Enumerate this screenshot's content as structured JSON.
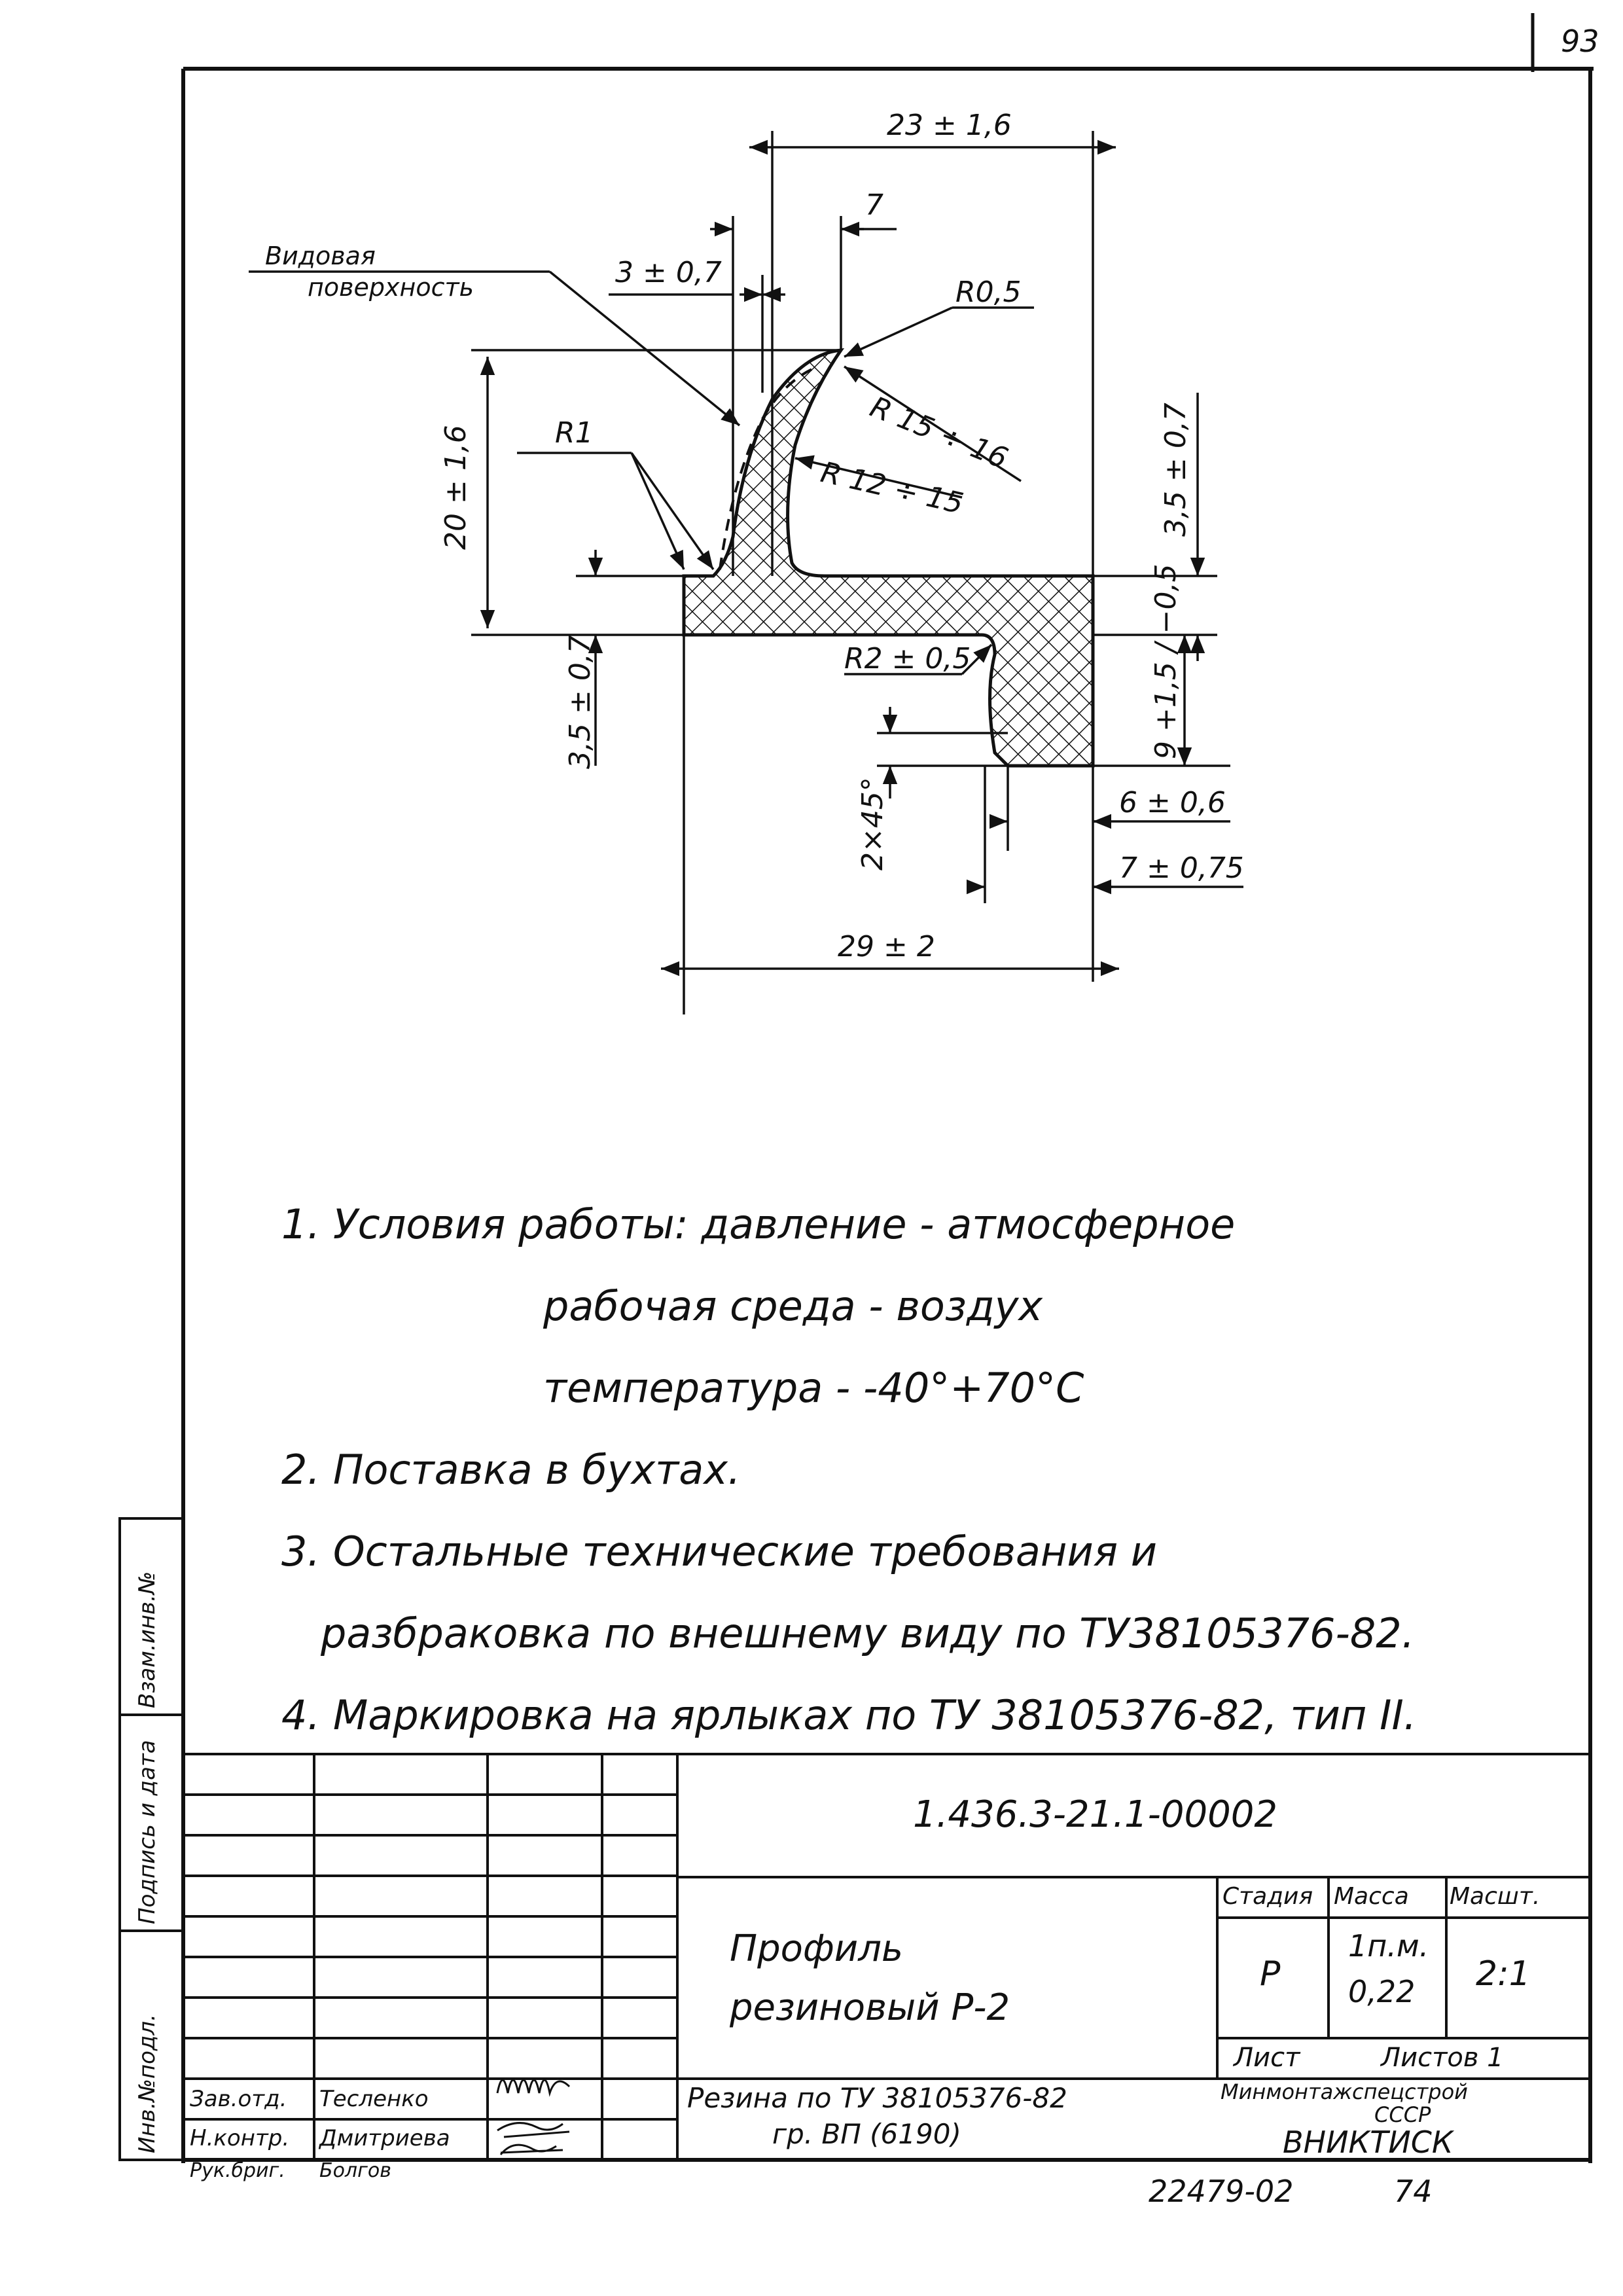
{
  "sheet_number": "93",
  "drawing": {
    "dimensions": {
      "overall_width": "23 ± 1,6",
      "lip_width": "7",
      "lip_thickness": "3 ± 0,7",
      "radius_tip": "R0,5",
      "radius_outer": "R 15 ÷ 16",
      "radius_inner": "R 12 ÷ 15",
      "radius_root": "R1",
      "total_height": "20 ± 1,6",
      "flange_thickness_right": "3,5 ± 0,7",
      "flange_thickness_left": "3,5 ± 0,7",
      "radius_foot": "R2 ± 0,5",
      "foot_height": "9 +1,5 / −0,5",
      "chamfer": "2×45°",
      "foot_width": "6 ± 0,6",
      "foot_offset": "7 ± 0,75",
      "base_width": "29 ± 2"
    },
    "surface_label_line1": "Видовая",
    "surface_label_line2": "поверхность"
  },
  "notes": [
    "1. Условия работы: давление - атмосферное",
    "рабочая среда - воздух",
    "температура - -40°+70°C",
    "2. Поставка в бухтах.",
    "3. Остальные технические требования и",
    "разбраковка по внешнему виду по ТУ38105376-82.",
    "4. Маркировка на ярлыках по ТУ 38105376-82, тип II."
  ],
  "side_labels": {
    "inv_orig": "Инв.№подл.",
    "sign_date": "Подпись и дата",
    "vzam_inv": "Взам.инв.№"
  },
  "title_block": {
    "designation": "1.436.3-21.1-00002",
    "name_line1": "Профиль",
    "name_line2": "резиновый Р-2",
    "material_line1": "Резина по ТУ 38105376-82",
    "material_line2": "гр. ВП (6190)",
    "stage_header": "Стадия",
    "mass_header": "Масса",
    "scale_header": "Масшт.",
    "stage": "Р",
    "mass_line1": "1п.м.",
    "mass_line2": "0,22",
    "scale": "2:1",
    "sheet_label": "Лист",
    "sheets_label": "Листов 1",
    "org_line1": "Минмонтажспецстрой",
    "org_line2": "СССР",
    "org_line3": "ВНИКТИСК",
    "roles": [
      {
        "role": "Зав.отд.",
        "name": "Тесленко"
      },
      {
        "role": "Н.контр.",
        "name": "Дмитриева"
      },
      {
        "role": "Рук.бриг.",
        "name": "Болгов"
      }
    ]
  },
  "footer": {
    "doc_number": "22479-02",
    "page": "74"
  }
}
